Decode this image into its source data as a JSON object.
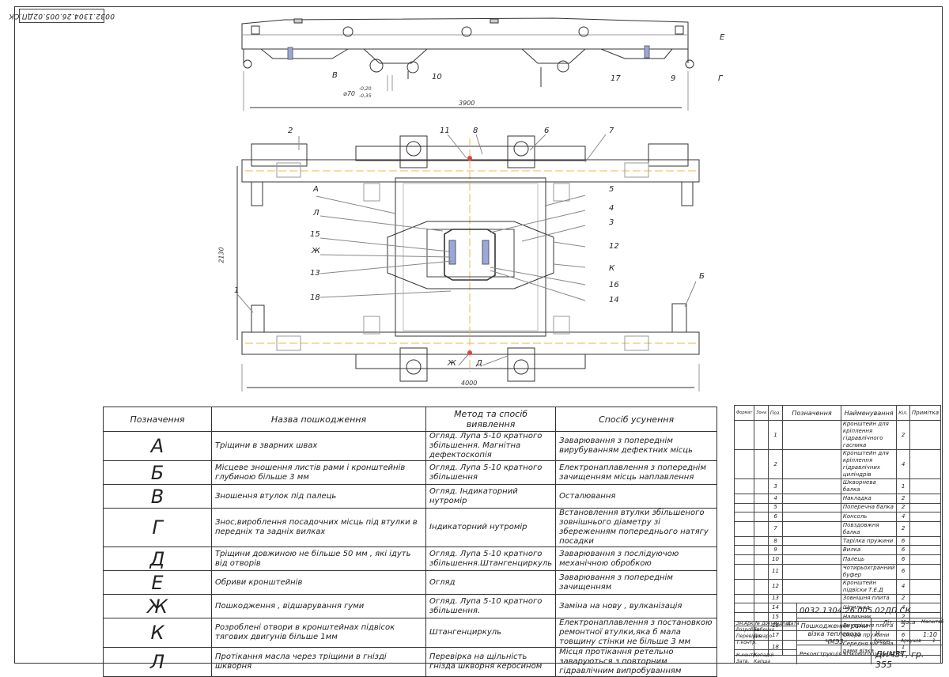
{
  "document_code_rotated": "0032.1304.26.005.02ДП.СК",
  "drawing": {
    "top_view_labels": [
      "В",
      "10",
      "17",
      "9",
      "Г",
      "Е"
    ],
    "top_dim_length": "3900",
    "top_dim_diameter": "⌀70",
    "top_dim_tol_upper": "-0,20",
    "top_dim_tol_lower": "-0,35",
    "plan_labels_left": [
      "2",
      "А",
      "Л",
      "15",
      "Ж",
      "13",
      "18",
      "1"
    ],
    "plan_labels_top": [
      "11",
      "8",
      "6",
      "7"
    ],
    "plan_labels_right": [
      "5",
      "4",
      "3",
      "12",
      "К",
      "16",
      "14",
      "Б"
    ],
    "plan_labels_bottom": [
      "Ж",
      "Д"
    ],
    "plan_dim_width": "2130",
    "plan_dim_length": "4000"
  },
  "damage_table": {
    "headers": [
      "Позначення",
      "Назва пошкодження",
      "Метод та спосіб виявлення",
      "Спосіб усунення"
    ],
    "rows": [
      {
        "code": "А",
        "name": "Тріщини в зварних швах",
        "method": "Огляд. Лупа 5-10 кратного збільшення. Магнітна дефектоскопія",
        "fix": "Заварювання з попереднім вирубуванням дефектних місць"
      },
      {
        "code": "Б",
        "name": "Місцеве зношення листів рами і кронштейнів глубиною більше 3 мм",
        "method": "Огляд. Лупа 5-10 кратного збільшення",
        "fix": "Електронаплавлення з попереднім зачищенням місць наплавлення"
      },
      {
        "code": "В",
        "name": "Зношення втулок під палець",
        "method": "Огляд. Індикаторний нутромір",
        "fix": "Осталювання"
      },
      {
        "code": "Г",
        "name": "Знос,вироблення посадочних місць під втулки в передніх та задніх вилках",
        "method": "Індикаторний нутромір",
        "fix": "Встановлення втулки збільшеного зовнішнього діаметру зі збереженням попереднього натягу посадки"
      },
      {
        "code": "Д",
        "name": "Тріщини довжиною не більше 50 мм , які ідуть від отворів",
        "method": "Огляд. Лупа 5-10 кратного збільшення.Штангенциркуль",
        "fix": "Заварювання з послідуючою механічною обробкою"
      },
      {
        "code": "Е",
        "name": "Обриви кронштейнів",
        "method": "Огляд",
        "fix": "Заварювання з попереднім зачищенням"
      },
      {
        "code": "Ж",
        "name": "Пошкодження , відшарування гуми",
        "method": "Огляд. Лупа 5-10 кратного збільшення.",
        "fix": "Заміна на нову , вулканізація"
      },
      {
        "code": "К",
        "name": "Розроблені отвори в кронштейнах підвісок тягових двигунів більше 1мм",
        "method": "Штангенциркуль",
        "fix": "Електронаплавлення з постановкою ремонтної втулки,яка б мала товщину стінки не більше 3 мм"
      },
      {
        "code": "Л",
        "name": "Протікання масла через тріщини в гнізді шкворня",
        "method": "Перевірка на щільність гнізда шкворня керосином",
        "fix": "Місця протікання ретельно заваруються з повторним гідравлічним випробуванням"
      }
    ]
  },
  "spec_table": {
    "headers": [
      "Формат",
      "Зона",
      "Поз.",
      "Позначення",
      "Найменування",
      "Кіл.",
      "Примітка"
    ],
    "rows": [
      {
        "pos": "1",
        "name": "Кронштейн для кріплення гідравлічного гасника",
        "qty": "2"
      },
      {
        "pos": "2",
        "name": "Кронштейн для кріплення гідравлічних циліндрів",
        "qty": "4"
      },
      {
        "pos": "3",
        "name": "Шкворнева балка",
        "qty": "1"
      },
      {
        "pos": "4",
        "name": "Накладка",
        "qty": "2"
      },
      {
        "pos": "5",
        "name": "Поперечна балка",
        "qty": "2"
      },
      {
        "pos": "6",
        "name": "Консоль",
        "qty": "4"
      },
      {
        "pos": "7",
        "name": "Повздовжня балка",
        "qty": "2"
      },
      {
        "pos": "8",
        "name": "Тарілка пружини",
        "qty": "6"
      },
      {
        "pos": "9",
        "name": "Вилка",
        "qty": "6"
      },
      {
        "pos": "10",
        "name": "Палець",
        "qty": "6"
      },
      {
        "pos": "11",
        "name": "Чотирьохгранний буфер",
        "qty": "6"
      },
      {
        "pos": "12",
        "name": "Кронштейн підвіски Т.Е.Д",
        "qty": "4"
      },
      {
        "pos": "13",
        "name": "Зовнішня плита",
        "qty": "2"
      },
      {
        "pos": "14",
        "name": "Шпилька",
        "qty": "4"
      },
      {
        "pos": "15",
        "name": "Наличник",
        "qty": "2"
      },
      {
        "pos": "16",
        "name": "Внутрішня плита",
        "qty": "2"
      },
      {
        "pos": "17",
        "name": "Опора пружини",
        "qty": "6"
      },
      {
        "pos": "18",
        "name": "Середня частина рами візка",
        "qty": "1"
      }
    ]
  },
  "title_block": {
    "doc_code": "0032.1304.26.005.02ДП.СК",
    "title": "Пошкодження рами візка тепловоза ЧМЭЗ",
    "project": "Реконструкція візкового цеху ДТРЗ",
    "group": "ДНЧЗТ, гр. 355",
    "literal_header": "Літ.",
    "mass_header": "Маса",
    "scale_header": "Масштаб",
    "scale": "1:10",
    "literal": "Н",
    "sheet": "Аркуш",
    "sheets": "Аркушів",
    "sheet_count": "1",
    "roles": [
      "Зм.",
      "Арк.",
      "№ докум.",
      "Підпис",
      "Дата",
      "Розробив",
      "Перевірив",
      "Т.контр.",
      "Н.контр.",
      "Затв."
    ],
    "people": [
      "Бабенко",
      "Дішаро",
      "Копадій",
      "Капша"
    ]
  }
}
